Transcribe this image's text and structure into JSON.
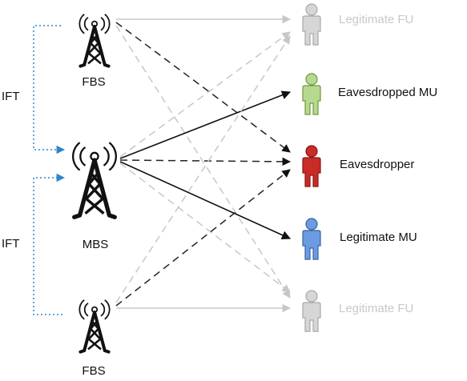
{
  "labels": {
    "fbs_top": "FBS",
    "mbs": "MBS",
    "fbs_bottom": "FBS",
    "ift_top": "IFT",
    "ift_bottom": "IFT"
  },
  "users": {
    "legit_fu_top": "Legitimate FU",
    "eavesdropped_mu": "Eavesdropped MU",
    "eavesdropper": "Eavesdropper",
    "legit_mu": "Legitimate MU",
    "legit_fu_bottom": "Legitimate FU"
  },
  "colors": {
    "tower": "#111111",
    "ift_arrow": "#2f86c8",
    "user_fu": "#c8c8c8",
    "user_eavesdropped_mu": "#a7d07a",
    "user_eavesdropper": "#c0211d",
    "user_legit_mu": "#5b8fd1",
    "faded_text": "#c8c8c8",
    "dark_link": "#111111",
    "faded_link": "#c7c7c7"
  }
}
